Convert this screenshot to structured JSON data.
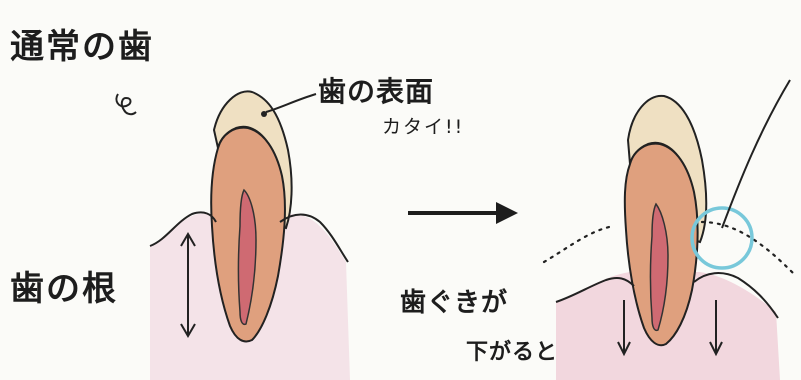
{
  "labels": {
    "normal_tooth": "通常の歯",
    "tooth_surface": "歯の表面",
    "hard": "カタイ!!",
    "tooth_root": "歯の根",
    "gums": "歯ぐきが",
    "recede": "下がると"
  },
  "colors": {
    "ink": "#1d1d1d",
    "enamel": "#efe0c2",
    "dentin": "#dfa07e",
    "pulp": "#cf6a72",
    "root": "#d98a66",
    "gum": "#f2d7de",
    "highlight": "#78c8da"
  }
}
